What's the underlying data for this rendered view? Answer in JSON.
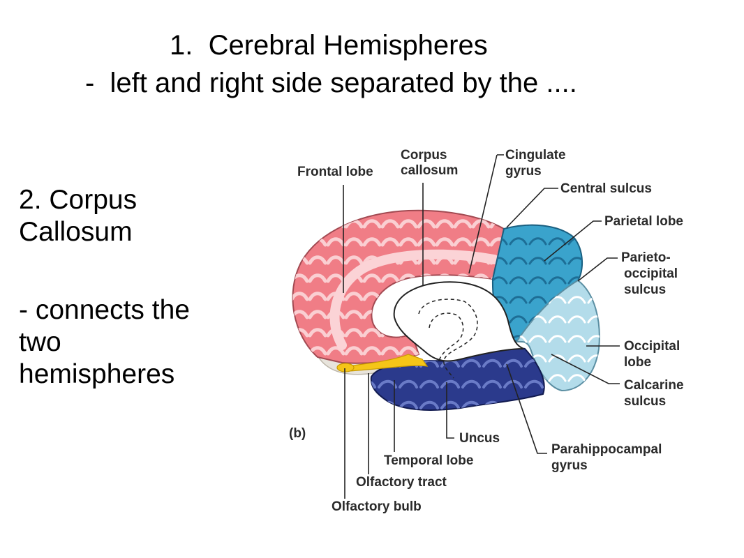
{
  "slide": {
    "title_line1": "1.  Cerebral Hemispheres",
    "title_line2": "-  left and right side separated by the ....",
    "side_heading_line1": "2.  Corpus",
    "side_heading_line2": "Callosum",
    "side_desc_line1": "-  connects the",
    "side_desc_line2": "two",
    "side_desc_line3": "hemispheres"
  },
  "figure": {
    "panel_label": "(b)",
    "labels": {
      "frontal_lobe": "Frontal lobe",
      "corpus_callosum_1": "Corpus",
      "corpus_callosum_2": "callosum",
      "cingulate_gyrus_1": "Cingulate",
      "cingulate_gyrus_2": "gyrus",
      "central_sulcus": "Central sulcus",
      "parietal_lobe": "Parietal lobe",
      "parieto_occipital_1": "Parieto-",
      "parieto_occipital_2": "occipital",
      "parieto_occipital_3": "sulcus",
      "occipital_lobe_1": "Occipital",
      "occipital_lobe_2": "lobe",
      "calcarine_sulcus_1": "Calcarine",
      "calcarine_sulcus_2": "sulcus",
      "uncus": "Uncus",
      "parahippocampal_1": "Parahippocampal",
      "parahippocampal_2": "gyrus",
      "temporal_lobe": "Temporal lobe",
      "olfactory_tract": "Olfactory tract",
      "olfactory_bulb": "Olfactory bulb"
    },
    "colors": {
      "frontal": "#f07d86",
      "frontal_highlight": "#fbd3d6",
      "parietal": "#3aa3cc",
      "occipital": "#b3dcea",
      "temporal": "#2b3a8c",
      "olfactory": "#f5c518"
    }
  }
}
